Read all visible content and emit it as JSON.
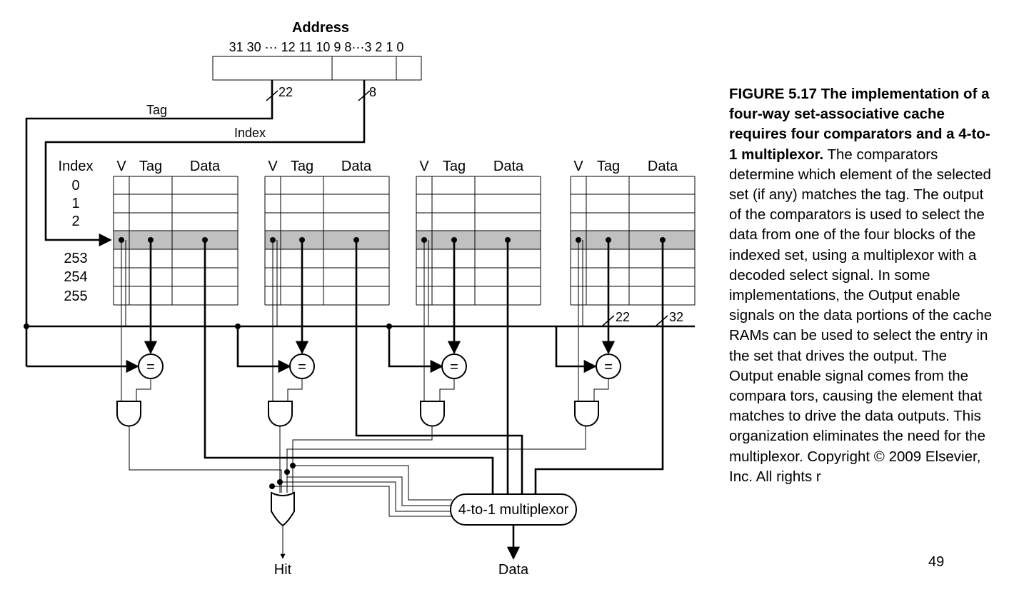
{
  "address": {
    "title": "Address",
    "bit_labels": "31 30 ··· 12 11 10 9 8···3 2 1 0",
    "tag_width": "22",
    "index_width": "8"
  },
  "signals": {
    "tag": "Tag",
    "index": "Index",
    "tag_bus_width": "22",
    "data_bus_width": "32",
    "hit": "Hit",
    "data": "Data"
  },
  "table": {
    "index_header": "Index",
    "rows_top": [
      "0",
      "1",
      "2"
    ],
    "rows_bottom": [
      "253",
      "254",
      "255"
    ],
    "way_headers": [
      {
        "v": "V",
        "tag": "Tag",
        "data": "Data"
      },
      {
        "v": "V",
        "tag": "Tag",
        "data": "Data"
      },
      {
        "v": "V",
        "tag": "Tag",
        "data": "Data"
      },
      {
        "v": "V",
        "tag": "Tag",
        "data": "Data"
      }
    ]
  },
  "comparator_symbol": "=",
  "mux_label": "4-to-1 multiplexor",
  "caption": {
    "title": "FIGURE 5.17 The implementation of a four-way set-associative cache requires four comparators and a 4-to-1 multiplexor.",
    "body": " The comparators determine which element of the selected set (if any) matches the tag. The output of the comparators is used to select the data from one of the four blocks of the indexed set, using a multiplexor with a decoded select signal. In some implementations, the Output enable signals on the data portions of the cache RAMs can be used to select the entry in the set that drives the output. The Output enable signal comes from the compara tors, causing the element that matches to drive the data outputs. This organization eliminates the need for the multiplexor. Copyright © 2009 Elsevier, Inc. All rights r"
  },
  "page_number": "49",
  "colors": {
    "highlight_row": "#c0c0c0",
    "line": "#000000",
    "background": "#ffffff"
  }
}
